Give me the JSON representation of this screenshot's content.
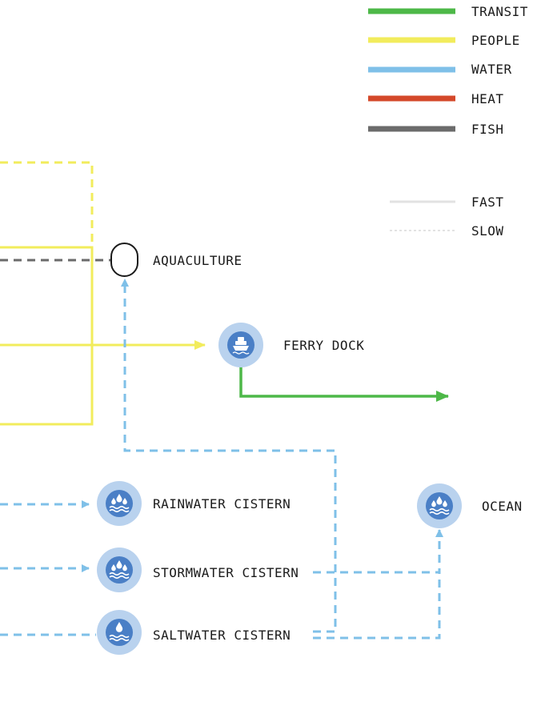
{
  "colors": {
    "transit": "#4db848",
    "people": "#f2ec5c",
    "water": "#7fc0e8",
    "heat": "#d4482a",
    "fish": "#6b6b6b",
    "fast_sample": "#e2e2e2",
    "node_outer": "#b9d2ee",
    "node_inner": "#4a7fc6"
  },
  "legend": {
    "flows": [
      {
        "key": "transit",
        "label": "TRANSIT"
      },
      {
        "key": "people",
        "label": "PEOPLE"
      },
      {
        "key": "water",
        "label": "WATER"
      },
      {
        "key": "heat",
        "label": "HEAT"
      },
      {
        "key": "fish",
        "label": "FISH"
      }
    ],
    "speeds": [
      {
        "key": "fast",
        "label": "FAST"
      },
      {
        "key": "slow",
        "label": "SLOW"
      }
    ]
  },
  "nodes": {
    "aquaculture": {
      "label": "AQUACULTURE",
      "icon": "outline-oval"
    },
    "ferry_dock": {
      "label": "FERRY DOCK",
      "icon": "ferry-icon"
    },
    "rainwater_cistern": {
      "label": "RAINWATER CISTERN",
      "icon": "water-drops-icon"
    },
    "stormwater_cistern": {
      "label": "STORMWATER CISTERN",
      "icon": "water-drops-icon"
    },
    "saltwater_cistern": {
      "label": "SALTWATER CISTERN",
      "icon": "water-drops-icon"
    },
    "ocean": {
      "label": "OCEAN",
      "icon": "water-drops-icon"
    }
  }
}
